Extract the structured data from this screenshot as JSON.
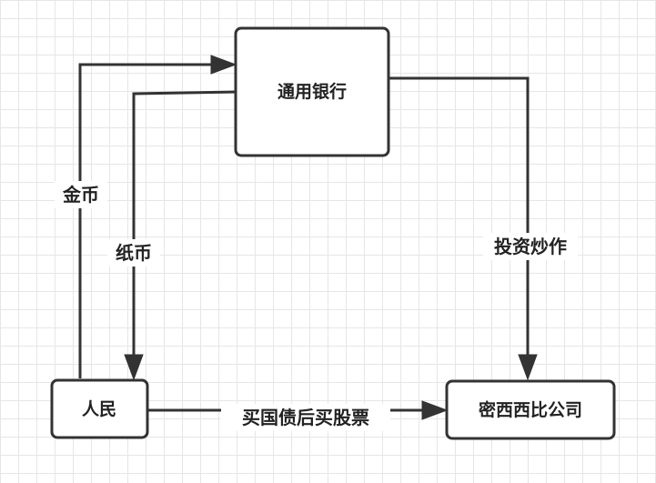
{
  "nodes": {
    "bank": "通用银行",
    "people": "人民",
    "company": "密西西比公司"
  },
  "edges": {
    "gold_coin": "金币",
    "paper_money": "纸币",
    "investment": "投资炒作",
    "bonds_stocks": "买国债后买股票"
  }
}
